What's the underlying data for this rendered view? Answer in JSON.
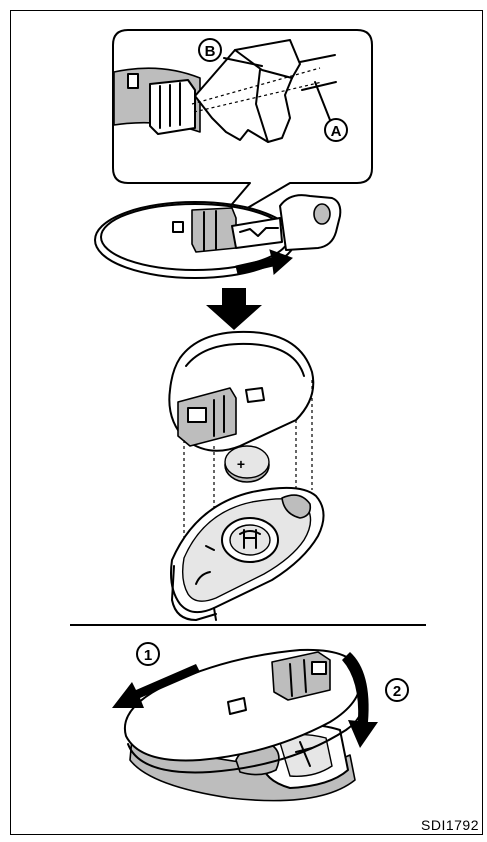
{
  "figure": {
    "callouts": {
      "a": "A",
      "b": "B",
      "step1": "1",
      "step2": "2"
    },
    "battery_mark": "+",
    "reference_code": "SDI1792"
  },
  "colors": {
    "line": "#000000",
    "shade": "#bdbdbd",
    "light": "#e6e6e6",
    "paper": "#ffffff"
  }
}
